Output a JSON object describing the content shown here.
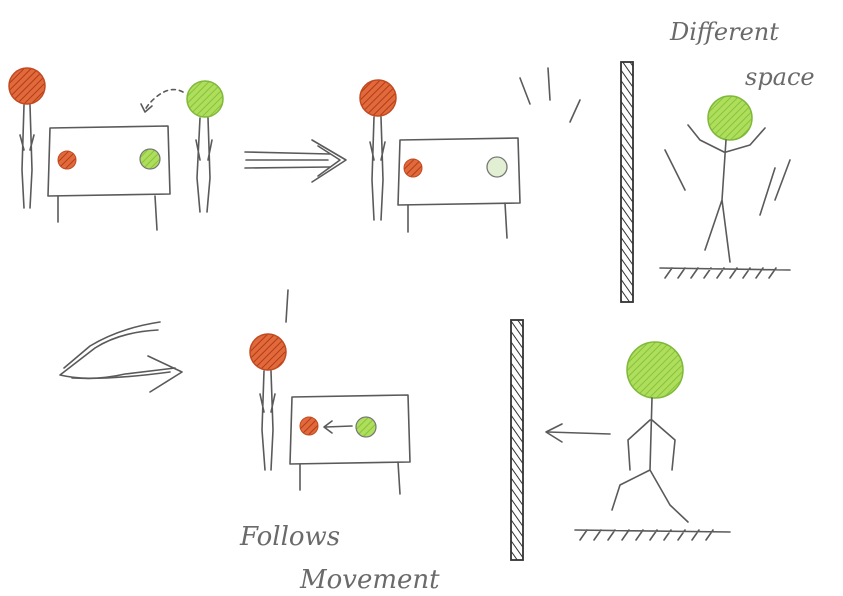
{
  "labels": {
    "different_space": [
      "Different",
      "space"
    ],
    "follows_movement": [
      "Follows",
      "Movement"
    ]
  },
  "colors": {
    "local_person": "#d9542a",
    "remote_person": "#9ad34a",
    "ink": "#5a5a5a",
    "wall": "#3c3c3c"
  },
  "icons": {
    "forward_arrow": "double-arrow-right",
    "return_arrow": "zigzag-double-arrow",
    "movement_arrow": "arrow-left"
  }
}
